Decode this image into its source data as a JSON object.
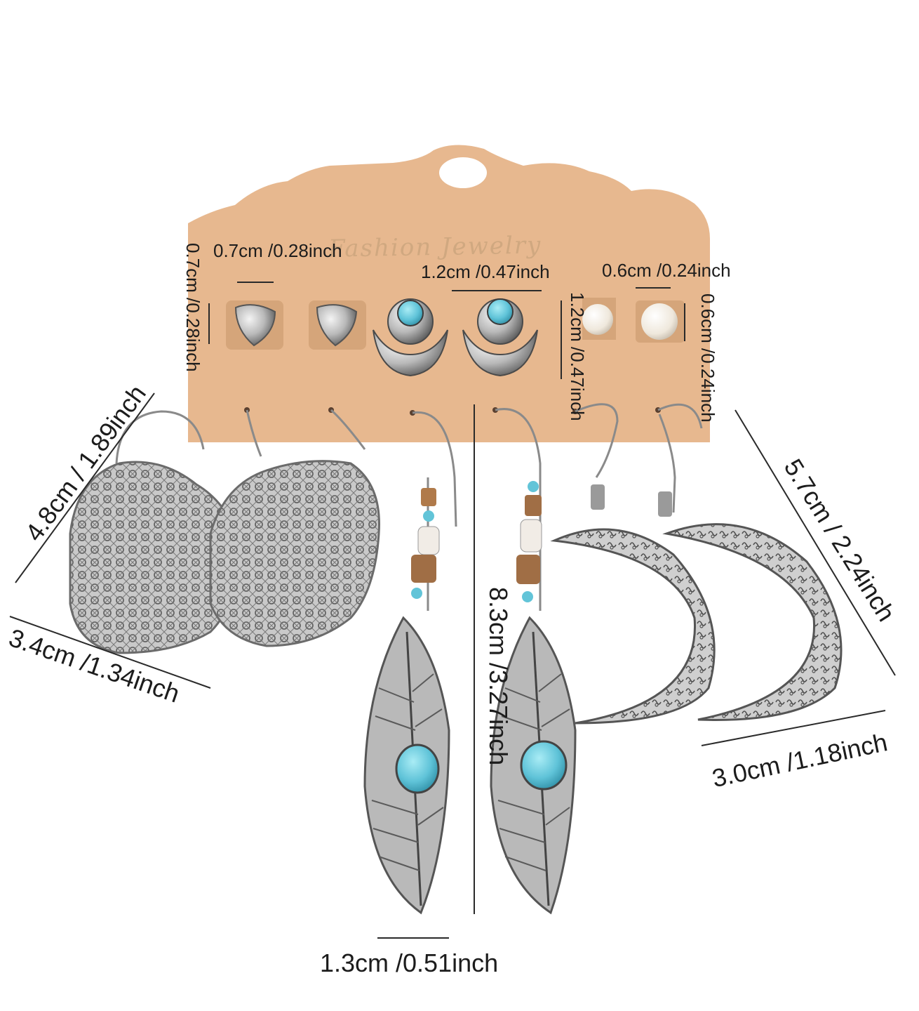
{
  "card": {
    "brand_logo_text": "Fashion Jewelry",
    "color": "#e7b88f"
  },
  "colors": {
    "silver": "#b9b9b9",
    "silver_dark": "#6f6f6f",
    "turquoise": "#62c4d8",
    "pearl": "#f3efe7",
    "wood": "#b07a4a",
    "line": "#2a2a2a"
  },
  "measurements": {
    "stud_heart_width": "0.7cm /0.28inch",
    "stud_heart_height": "0.7cm /0.28inch",
    "stud_moon_width": "1.2cm /0.47inch",
    "stud_moon_height": "1.2cm /0.47inch",
    "stud_pearl_width": "0.6cm /0.24inch",
    "stud_pearl_height": "0.6cm /0.24inch",
    "filigree_height": "4.8cm / 1.89inch",
    "filigree_width": "3.4cm /1.34inch",
    "feather_height": "8.3cm /3.27inch",
    "feather_width": "1.3cm /0.51inch",
    "crescent_height": "5.7cm / 2.24inch",
    "crescent_width": "3.0cm /1.18inch"
  }
}
